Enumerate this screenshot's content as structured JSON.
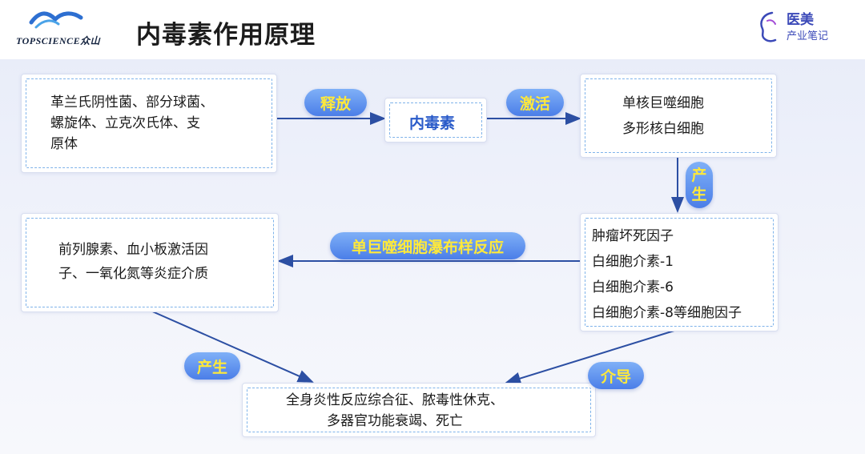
{
  "header": {
    "logo_text": "TOPSCIENCE众山",
    "title": "内毒素作用原理",
    "brand": {
      "name": "医美",
      "sub": "产业笔记"
    }
  },
  "diagram": {
    "nodes": {
      "bacteria": {
        "lines": [
          "革兰氏阴性菌、部分球菌、",
          "螺旋体、立克次氏体、支",
          "原体"
        ]
      },
      "endotoxin": {
        "label": "内毒素"
      },
      "cells": {
        "lines": [
          "单核巨噬细胞",
          "多形核白细胞"
        ]
      },
      "cytokines": {
        "lines": [
          "肿瘤坏死因子",
          "白细胞介素-1",
          "白细胞介素-6",
          "白细胞介素-8等细胞因子"
        ]
      },
      "mediators": {
        "lines": [
          "前列腺素、血小板激活因",
          "子、一氧化氮等炎症介质"
        ]
      },
      "outcome": {
        "lines": [
          "全身炎性反应综合征、脓毒性休克、",
          "多器官功能衰竭、死亡"
        ]
      }
    },
    "edges": {
      "release": {
        "label": "释放"
      },
      "activate": {
        "label": "激活"
      },
      "produce_1": {
        "label": [
          "产",
          "生"
        ]
      },
      "cascade": {
        "label": "单巨噬细胞瀑布样反应"
      },
      "produce_2": {
        "label": "产生"
      },
      "induce": {
        "label": "介导"
      }
    },
    "colors": {
      "pill_bg": "#5b8cf0",
      "pill_text": "#ffe93a",
      "arrow": "#2c4fa3",
      "dashed_border": "#7fb3ea",
      "endotoxin_text": "#2a5bc9"
    }
  }
}
